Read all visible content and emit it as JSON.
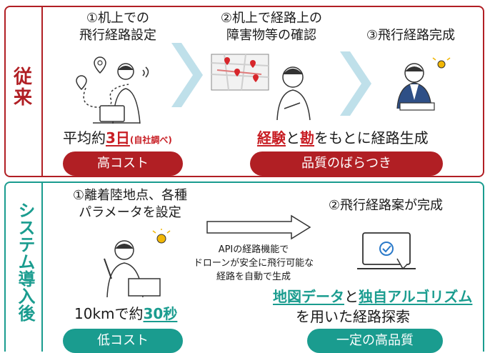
{
  "legacy": {
    "label": "従来",
    "step1_line1": "①机上での",
    "step1_line2": "飛行経路設定",
    "step2_line1": "②机上で経路上の",
    "step2_line2": "障害物等の確認",
    "step3": "③飛行経路完成",
    "avg_prefix": "平均約",
    "avg_value": "3日",
    "avg_note": "(自社調べ)",
    "cost_pill": "高コスト",
    "exp_word": "経験",
    "exp_joiner": "と",
    "intuition_word": "勘",
    "exp_suffix": "をもとに経路生成",
    "quality_pill": "品質のばらつき"
  },
  "system": {
    "label": "システム導入後",
    "step1_line1": "①離着陸地点、各種",
    "step1_line2": "パラメータを設定",
    "step2": "②飛行経路案が完成",
    "api_line1": "APIの経路機能で",
    "api_line2": "ドローンが安全に飛行可能な",
    "api_line3": "経路を自動で生成",
    "time_prefix": "10kmで約",
    "time_value": "30秒",
    "cost_pill": "低コスト",
    "map_word": "地図データ",
    "map_joiner": "と",
    "algo_word": "独自アルゴリズム",
    "search_line": "を用いた経路探索",
    "quality_pill": "一定の高品質"
  },
  "colors": {
    "red": "#b11f24",
    "teal": "#1a9c8f",
    "chevron": "#bfe0ea"
  }
}
